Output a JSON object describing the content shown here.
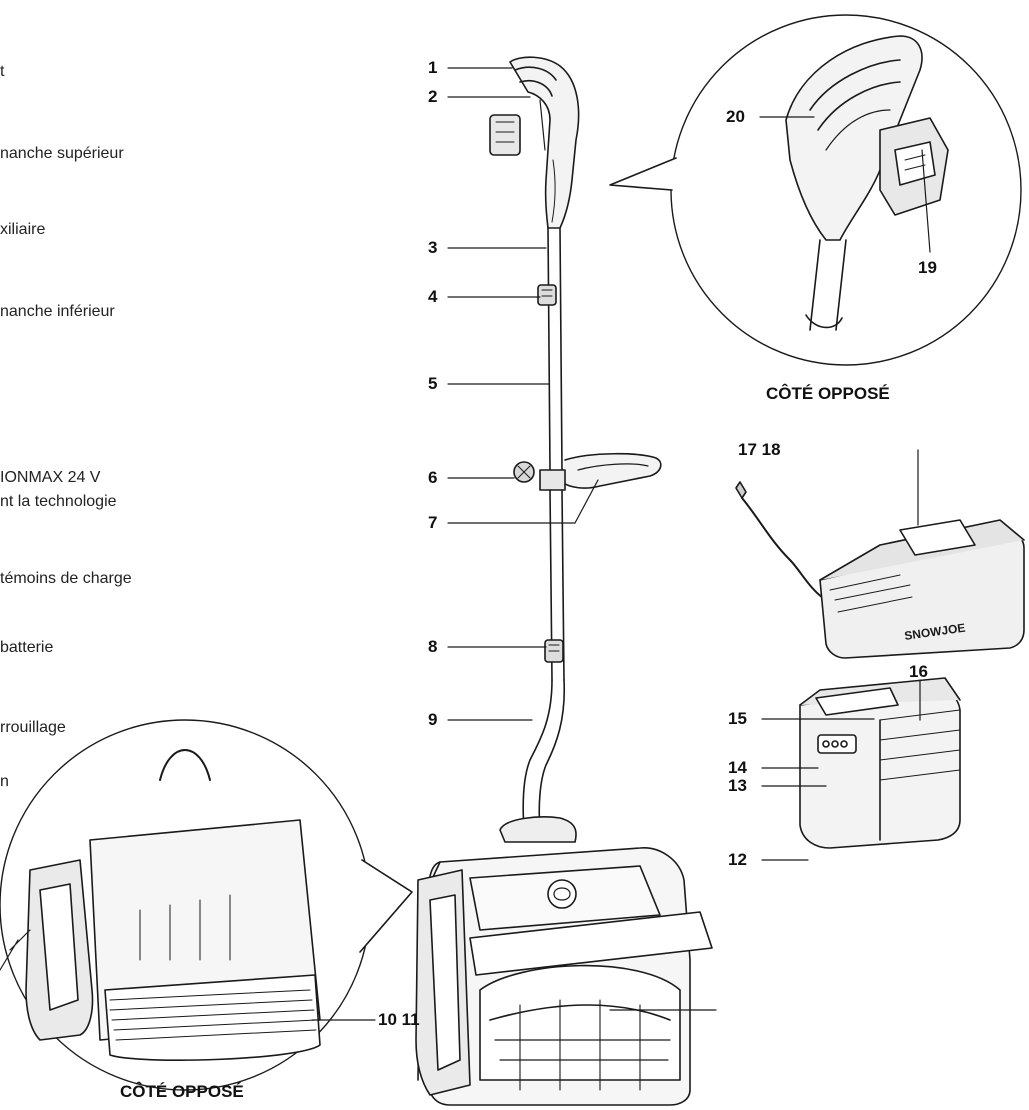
{
  "legend": [
    {
      "text": "t"
    },
    {
      "text": "nanche supérieur"
    },
    {
      "text": "xiliaire"
    },
    {
      "text": "nanche inférieur"
    },
    {
      "text": "IONMAX 24 V"
    },
    {
      "text": "nt la technologie"
    },
    {
      "text": "témoins de charge"
    },
    {
      "text": "batterie"
    },
    {
      "text": "rrouillage"
    },
    {
      "text": "n"
    }
  ],
  "callouts": {
    "n1": "1",
    "n2": "2",
    "n3": "3",
    "n4": "4",
    "n5": "5",
    "n6": "6",
    "n7": "7",
    "n8": "8",
    "n9": "9",
    "n10_11": "10 11",
    "n12": "12",
    "n13": "13",
    "n14": "14",
    "n15": "15",
    "n16": "16",
    "n17_18": "17 18",
    "n19": "19",
    "n20": "20"
  },
  "captions": {
    "upper_detail": "CÔTÉ OPPOSÉ",
    "lower_detail": "CÔTÉ OPPOSÉ"
  },
  "product_marks": {
    "charger_brand": "SNOWJOE"
  }
}
